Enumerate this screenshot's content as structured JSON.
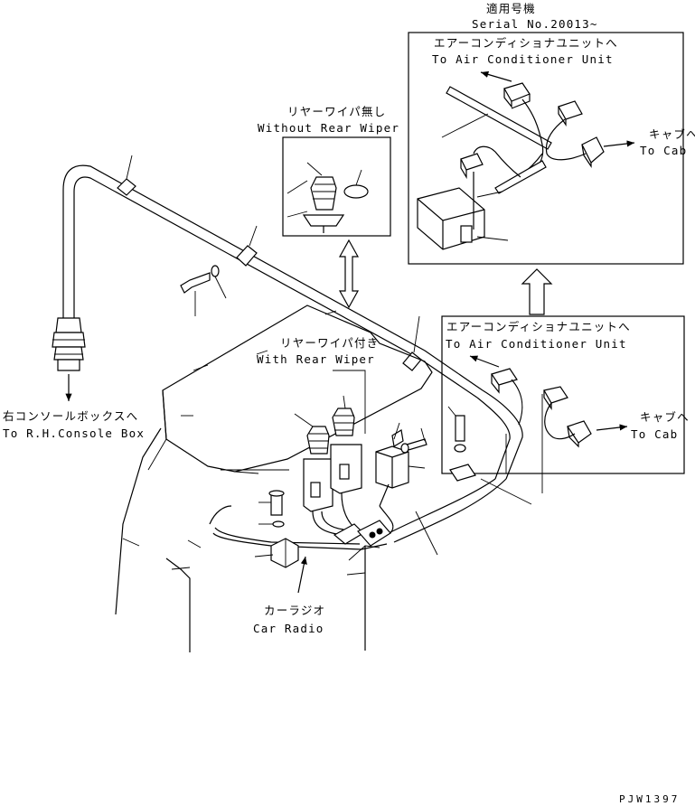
{
  "serial": {
    "jp": "適用号機",
    "en": "Serial No.20013~"
  },
  "inset_top": {
    "ac_jp": "エアーコンディショナユニットへ",
    "ac_en": "To Air Conditioner Unit",
    "cab_jp": "キャブへ",
    "cab_en": "To Cab"
  },
  "inset_mid": {
    "ac_jp": "エアーコンディショナユニットへ",
    "ac_en": "To Air Conditioner Unit",
    "cab_jp": "キャブへ",
    "cab_en": "To Cab"
  },
  "without_wiper": {
    "jp": "リヤーワイパ無し",
    "en": "Without Rear Wiper"
  },
  "with_wiper": {
    "jp": "リヤーワイパ付き",
    "en": "With Rear Wiper"
  },
  "console": {
    "jp": "右コンソールボックスへ",
    "en": "To R.H.Console Box"
  },
  "radio": {
    "jp": "カーラジオ",
    "en": "Car Radio"
  },
  "drawing_code": "PJW1397"
}
